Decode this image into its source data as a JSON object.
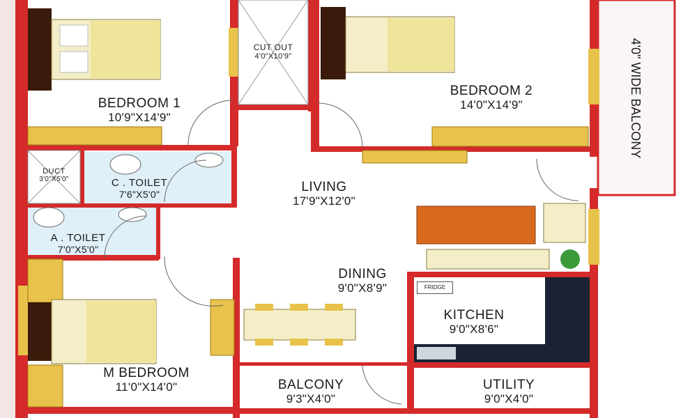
{
  "rooms": {
    "bedroom1": {
      "name": "BEDROOM 1",
      "dim": "10'9\"X14'9\""
    },
    "bedroom2": {
      "name": "BEDROOM 2",
      "dim": "14'0\"X14'9\""
    },
    "cutout": {
      "name": "CUT OUT",
      "dim": "4'0\"X10'9\""
    },
    "duct": {
      "name": "DUCT",
      "dim": "3'0\"X5'0\""
    },
    "ctoilet": {
      "name": "C . TOILET",
      "dim": "7'6\"X5'0\""
    },
    "atoilet": {
      "name": "A . TOILET",
      "dim": "7'0\"X5'0\""
    },
    "living": {
      "name": "LIVING",
      "dim": "17'9\"X12'0\""
    },
    "dining": {
      "name": "DINING",
      "dim": "9'0\"X8'9\""
    },
    "kitchen": {
      "name": "KITCHEN",
      "dim": "9'0\"X8'6\""
    },
    "mbedroom": {
      "name": "M BEDROOM",
      "dim": "11'0\"X14'0\""
    },
    "balcony": {
      "name": "BALCONY",
      "dim": "9'3\"X4'0\""
    },
    "utility": {
      "name": "UTILITY",
      "dim": "9'0\"X4'0\""
    },
    "wide_balcony": {
      "name": "4'0\" WIDE BALCONY"
    }
  },
  "labels": {
    "fridge": "FRIDGE"
  },
  "colors": {
    "wall": "#d42a2a",
    "floor": "#ffffff",
    "wood": "#e8c24a",
    "bed_cover": "#eee49a",
    "sofa": "#d86a20",
    "plant": "#3a9a3a",
    "tile": "#dff0f8",
    "kitchen_counter": "#1a2233"
  }
}
